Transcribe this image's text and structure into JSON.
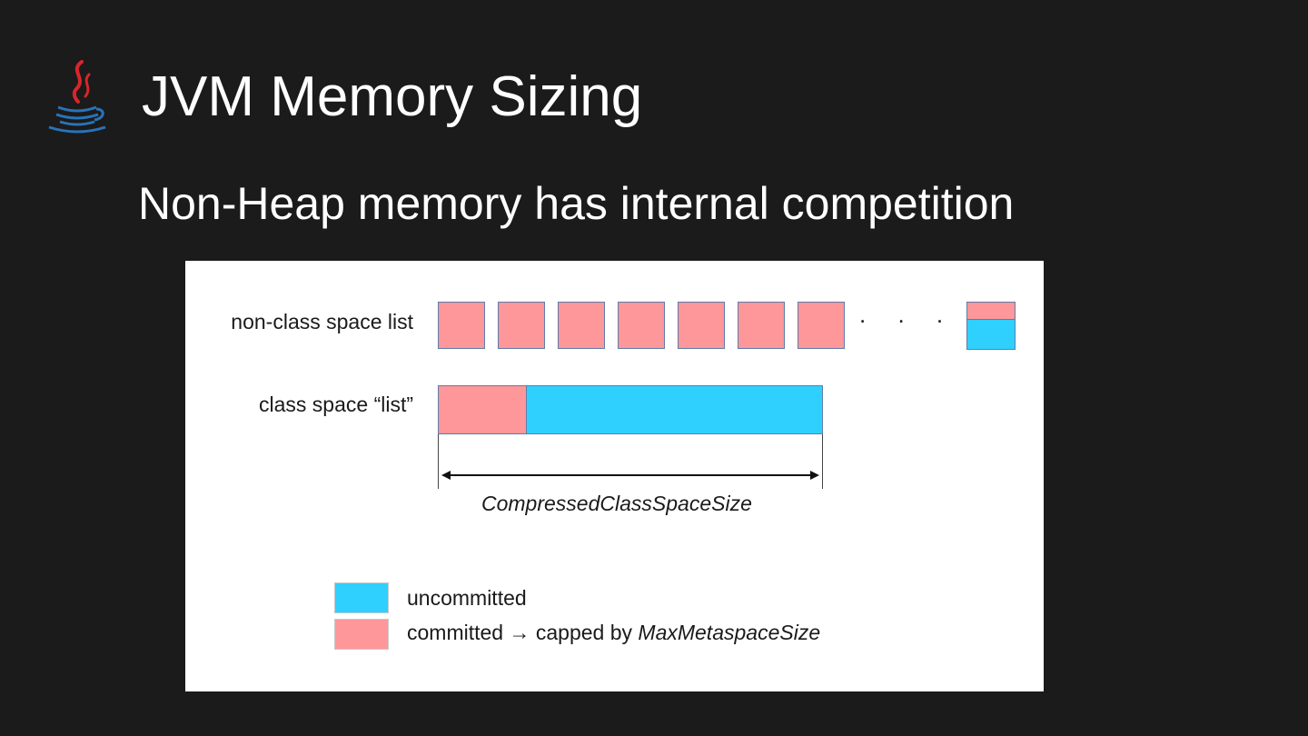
{
  "header": {
    "logo_icon": "java-coffee-cup-icon",
    "title": "JVM Memory Sizing"
  },
  "slide": {
    "subtitle": "Non-Heap memory has internal competition"
  },
  "diagram": {
    "nonclass_label": "non-class space list",
    "class_label": "class space “list”",
    "ellipsis": ". . . .",
    "nonclass_committed_block_count": 7,
    "class_space_committed_fraction": 0.23,
    "dimension_label": "CompressedClassSpaceSize",
    "legend": {
      "uncommitted": "uncommitted",
      "committed_prefix": "committed → capped by ",
      "committed_cap": "MaxMetaspaceSize"
    },
    "colors": {
      "committed": "#fe979a",
      "uncommitted": "#2fd0fe",
      "block_border": "#5d7dab"
    }
  }
}
